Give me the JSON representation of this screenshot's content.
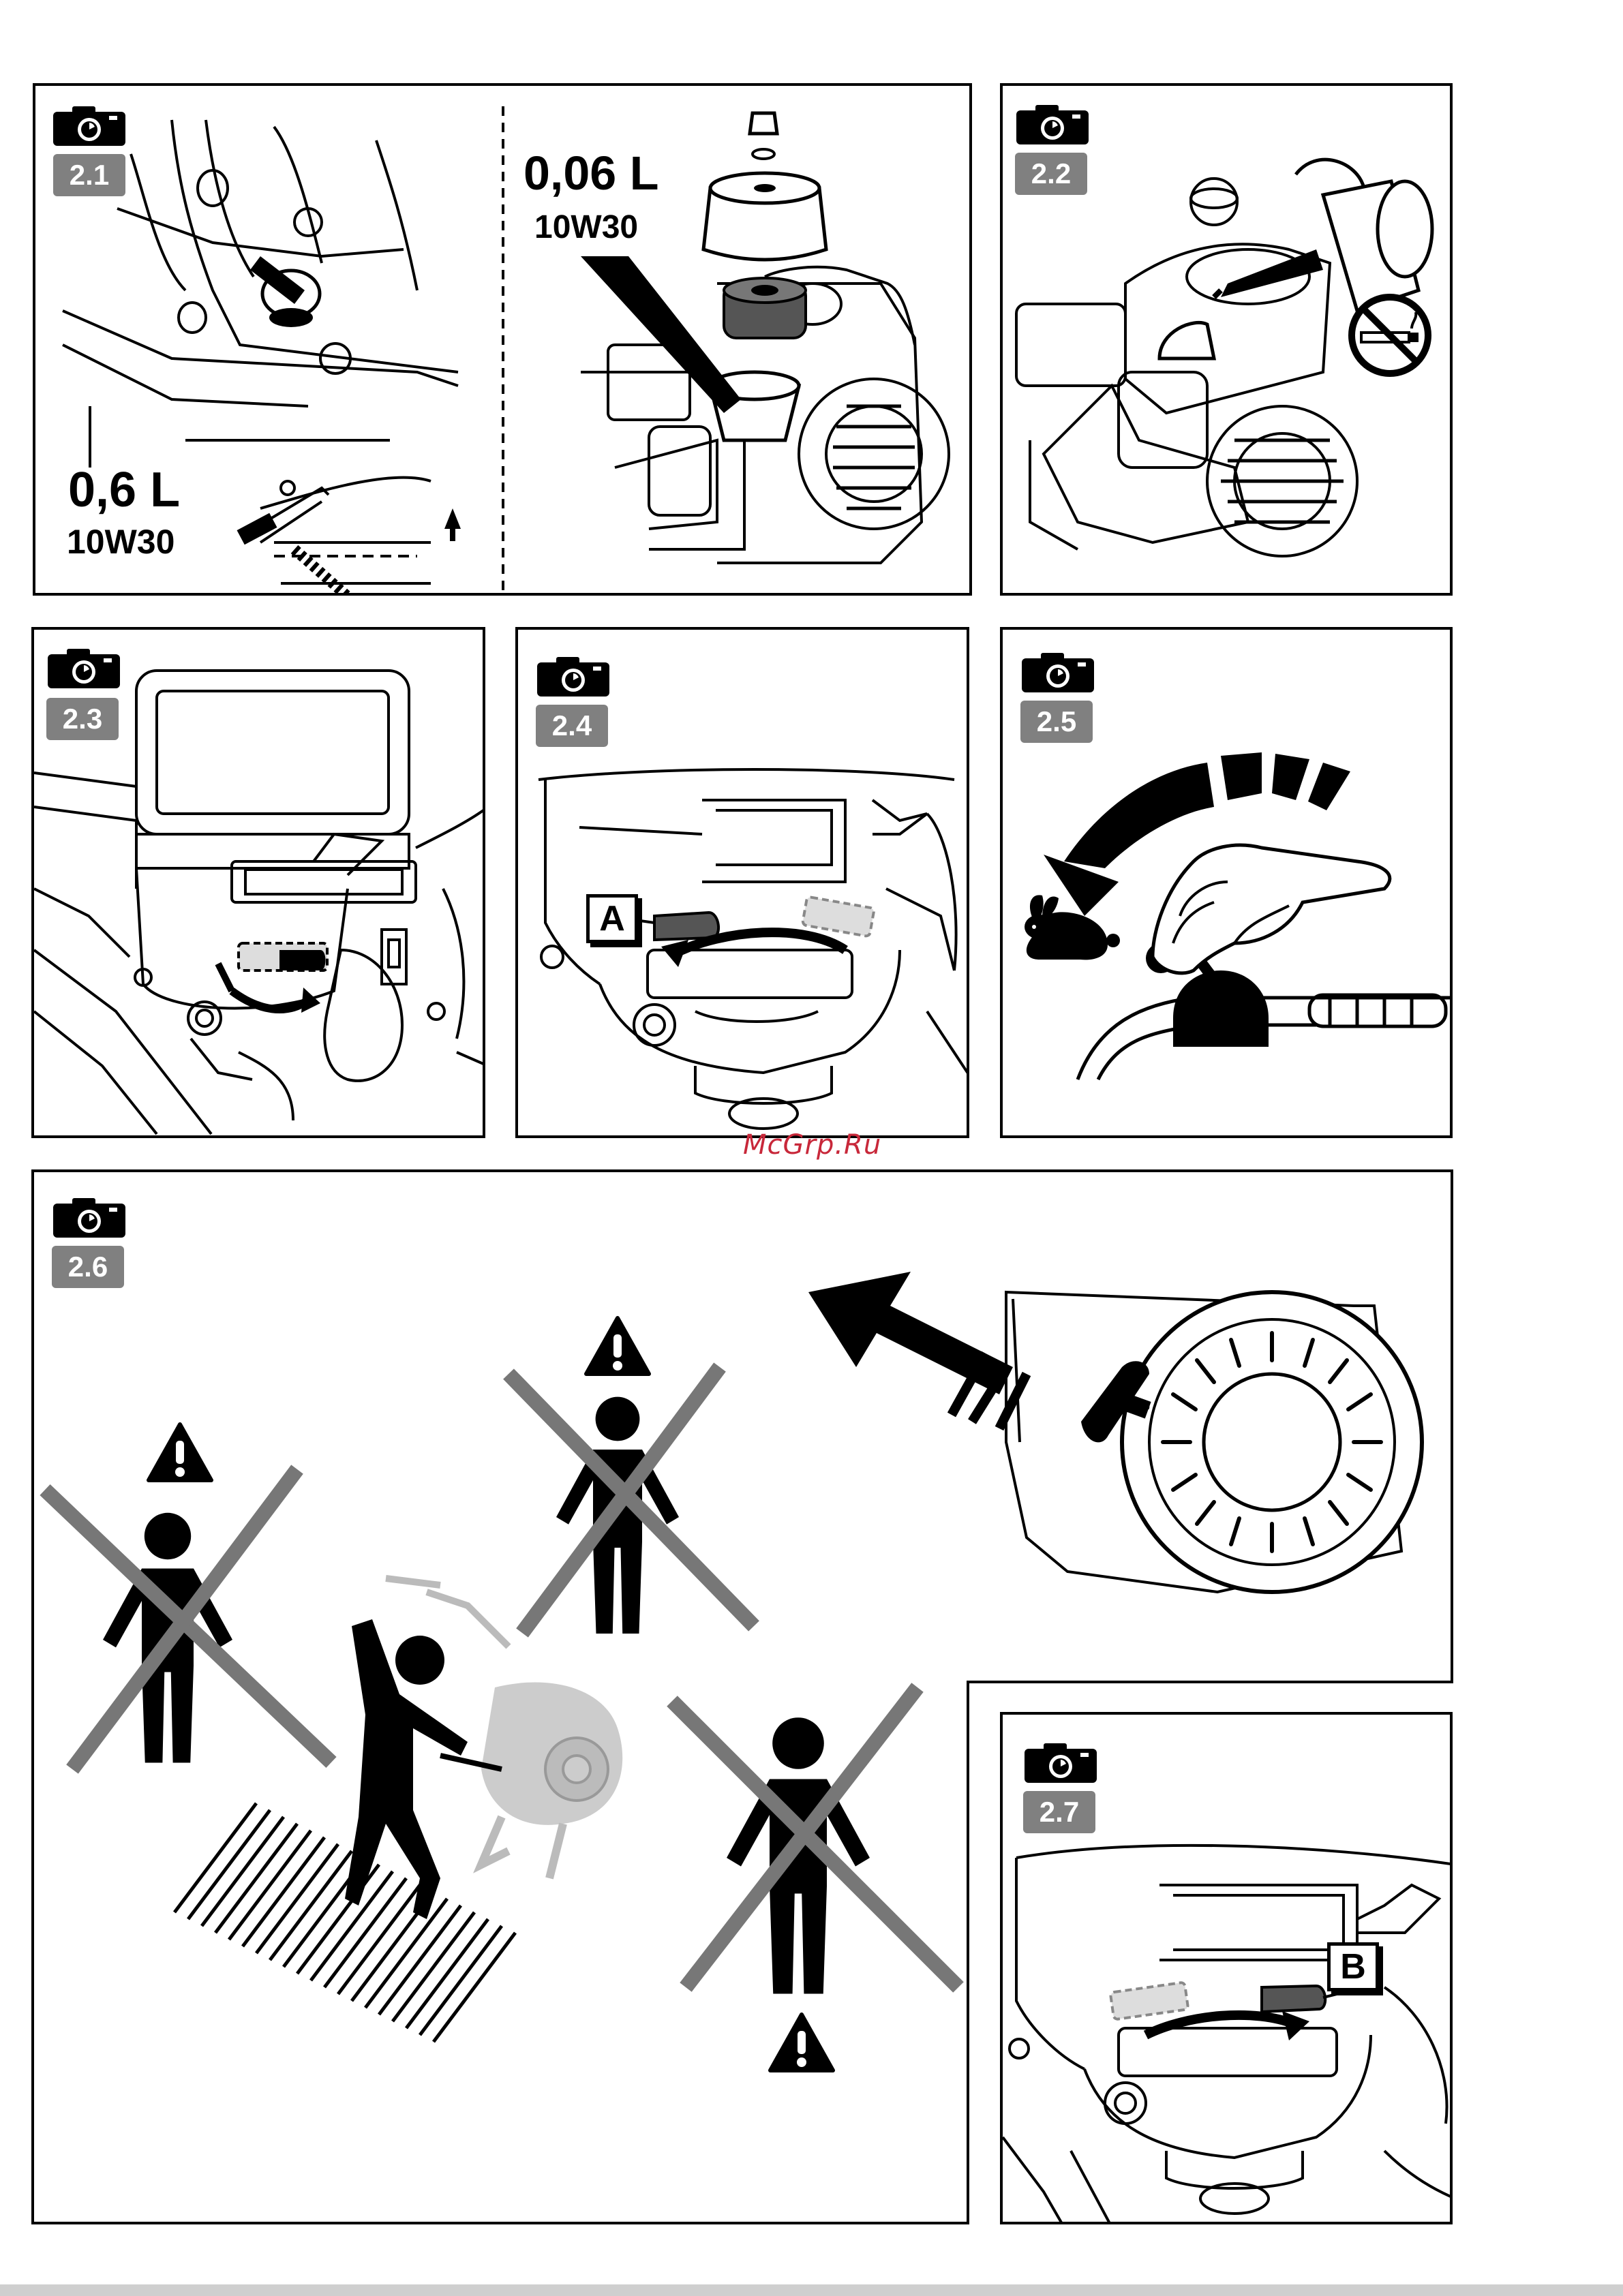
{
  "watermark": "McGrp.Ru",
  "panels": {
    "p21": {
      "number": "2.1",
      "oil_volume_a": "0,06 L",
      "oil_grade_a": "10W30",
      "oil_volume_b": "0,6 L",
      "oil_grade_b": "10W30"
    },
    "p22": {
      "number": "2.2"
    },
    "p23": {
      "number": "2.3"
    },
    "p24": {
      "number": "2.4",
      "label": "A"
    },
    "p25": {
      "number": "2.5"
    },
    "p26": {
      "number": "2.6"
    },
    "p27": {
      "number": "2.7",
      "label": "B"
    }
  },
  "icons": {
    "camera": "camera-icon",
    "warning": "warning-triangle-icon",
    "no_smoking": "no-smoking-icon",
    "rabbit": "rabbit-icon"
  }
}
